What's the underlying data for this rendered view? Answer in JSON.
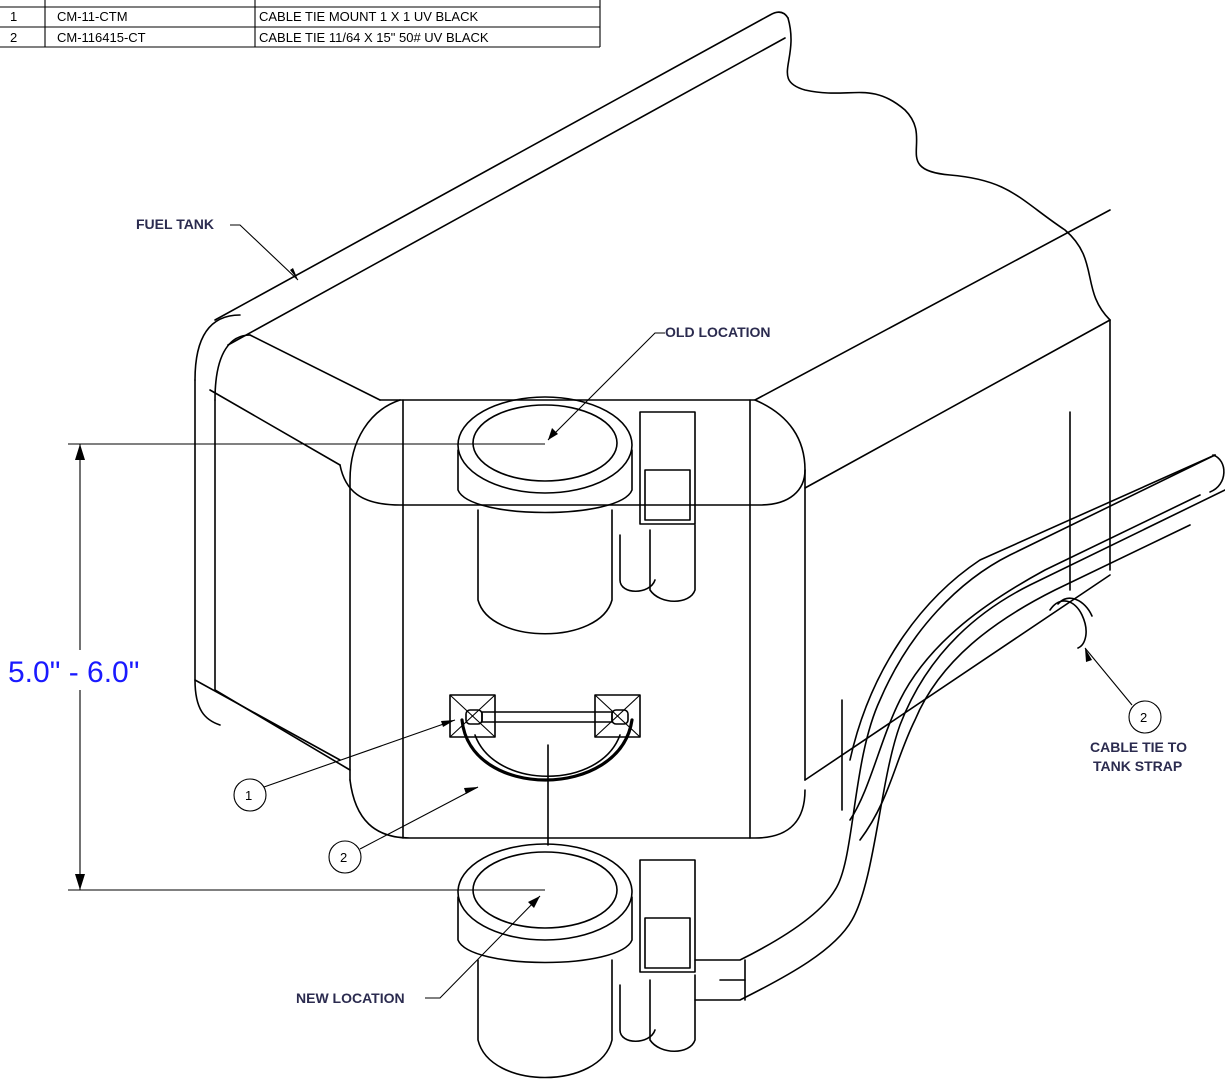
{
  "bom": {
    "rows": [
      {
        "item": "1",
        "part": "CM-11-CTM",
        "desc": "CABLE TIE MOUNT 1 X 1 UV BLACK"
      },
      {
        "item": "2",
        "part": "CM-116415-CT",
        "desc": "CABLE TIE 11/64 X 15\"  50# UV BLACK"
      }
    ]
  },
  "callouts": {
    "fuel_tank": "FUEL TANK",
    "old_location": "OLD LOCATION",
    "new_location": "NEW LOCATION",
    "cable_tie_line1": "CABLE TIE TO",
    "cable_tie_line2": "TANK STRAP"
  },
  "dimension": {
    "label": "5.0\" - 6.0\""
  },
  "balloons": {
    "b1": "1",
    "b2": "2",
    "b3": "2"
  },
  "colors": {
    "dimension": "#1a1aff",
    "callout": "#2b2b4f",
    "line": "#000000"
  }
}
